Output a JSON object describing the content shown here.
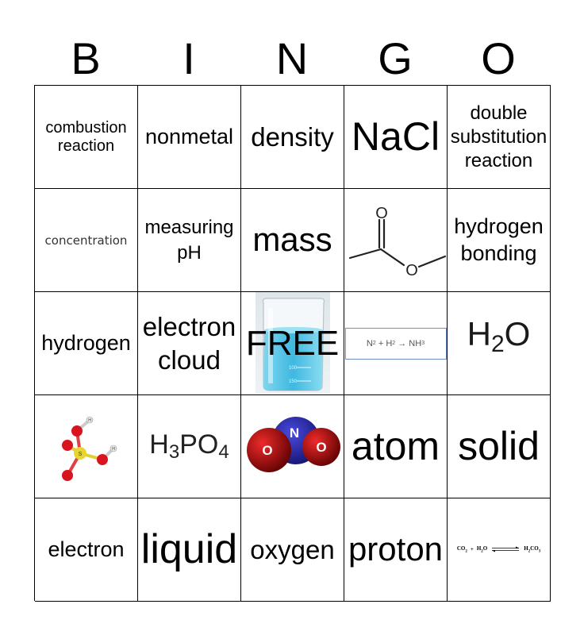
{
  "header": {
    "letters": [
      "B",
      "I",
      "N",
      "G",
      "O"
    ]
  },
  "grid": {
    "rows": [
      [
        {
          "type": "text",
          "label": "combustion reaction"
        },
        {
          "type": "text",
          "label": "nonmetal"
        },
        {
          "type": "text",
          "label": "density"
        },
        {
          "type": "text",
          "label": "NaCl"
        },
        {
          "type": "text",
          "label": "double substitution reaction"
        }
      ],
      [
        {
          "type": "text",
          "label": "concentration"
        },
        {
          "type": "text",
          "label": "measuring pH"
        },
        {
          "type": "text",
          "label": "mass"
        },
        {
          "type": "image",
          "label": "methyl acetate skeletal structure",
          "atoms": [
            "O",
            "O"
          ]
        },
        {
          "type": "text",
          "label": "hydrogen bonding"
        }
      ],
      [
        {
          "type": "text",
          "label": "hydrogen"
        },
        {
          "type": "text",
          "label": "electron cloud"
        },
        {
          "type": "free",
          "label": "FREE",
          "beaker_marks": [
            "100",
            "150"
          ]
        },
        {
          "type": "equation",
          "label": "N2 + H2 → NH3",
          "parts": [
            "N",
            "2",
            " + ",
            "H",
            "2",
            " → ",
            "NH",
            "3"
          ]
        },
        {
          "type": "formula",
          "label": "H2O",
          "parts": [
            "H",
            "2",
            "O"
          ]
        }
      ],
      [
        {
          "type": "image",
          "label": "sulfuric acid ball-and-stick model",
          "atoms": [
            "S",
            "O",
            "O",
            "O",
            "O",
            "H",
            "H"
          ]
        },
        {
          "type": "formula",
          "label": "H3PO4",
          "parts": [
            "H",
            "3",
            "PO",
            "4"
          ]
        },
        {
          "type": "image",
          "label": "nitrogen dioxide space-filling model",
          "atoms": [
            "O",
            "N",
            "O"
          ]
        },
        {
          "type": "text",
          "label": "atom"
        },
        {
          "type": "text",
          "label": "solid"
        }
      ],
      [
        {
          "type": "text",
          "label": "electron"
        },
        {
          "type": "text",
          "label": "liquid"
        },
        {
          "type": "text",
          "label": "oxygen"
        },
        {
          "type": "text",
          "label": "proton"
        },
        {
          "type": "equation",
          "label": "CO2 + H2O ⇌ H2CO3",
          "parts": [
            "CO",
            "2",
            "+",
            "H",
            "2",
            "O",
            "H",
            "2",
            "CO",
            "3"
          ]
        }
      ]
    ]
  },
  "colors": {
    "oxygen_red": "#d0141e",
    "nitrogen_blue": "#2a2aa8",
    "sulfur_yellow": "#e6d534",
    "water_blue": "#5cc6e4",
    "eq_border": "#6f8fc4"
  }
}
